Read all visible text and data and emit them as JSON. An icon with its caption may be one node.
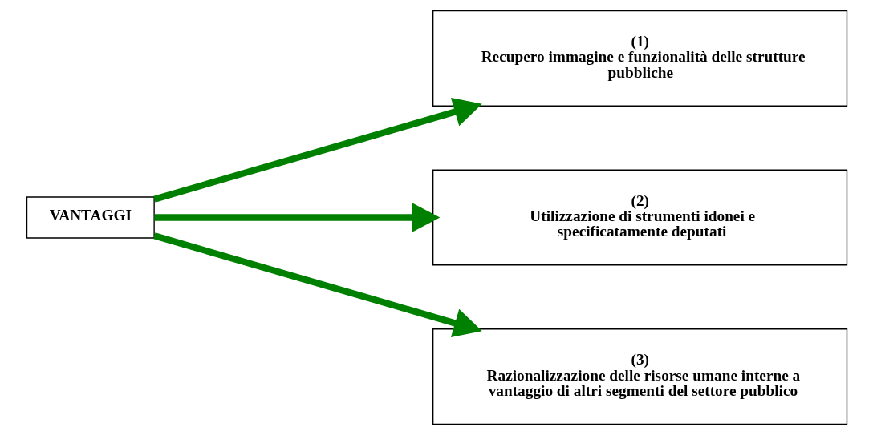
{
  "diagram": {
    "nodes": [
      {
        "text": [
          "VANTAGGI"
        ]
      },
      {
        "text": [
          "(1)",
          "Recupero immagine e funzionalità delle strutture pubbliche"
        ]
      },
      {
        "text": [
          "(2)",
          "Utilizzazione di strumenti idonei e specificatamente deputati"
        ]
      },
      {
        "text": [
          "(3)",
          "Razionalizzazione delle risorse umane interne a vantaggio di altri segmenti del settore pubblico"
        ]
      }
    ],
    "edges": [
      {
        "from": 0,
        "to": 1,
        "arrow": "to",
        "color": "#008000"
      },
      {
        "from": 0,
        "to": 2,
        "arrow": "to",
        "color": "#008000"
      },
      {
        "from": 0,
        "to": 3,
        "arrow": "to",
        "color": "#008000"
      }
    ]
  }
}
